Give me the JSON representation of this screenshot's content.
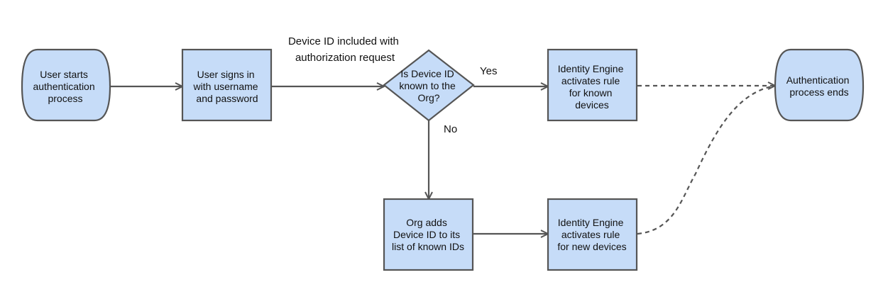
{
  "colors": {
    "node_fill": "#c6dcf8",
    "node_stroke": "#555555",
    "edge_stroke": "#555555",
    "text": "#111111"
  },
  "nodes": {
    "start": [
      "User starts",
      "authentication",
      "process"
    ],
    "sign_in": [
      "User signs in",
      "with username",
      "and password"
    ],
    "decision": [
      "Is Device ID",
      "known to the",
      "Org?"
    ],
    "known_rule": [
      "Identity Engine",
      "activates rule",
      "for known",
      "devices"
    ],
    "end": [
      "Authentication",
      "process ends"
    ],
    "org_adds": [
      "Org adds",
      "Device ID to its",
      "list of known IDs"
    ],
    "new_rule": [
      "Identity Engine",
      "activates rule",
      "for new devices"
    ]
  },
  "edge_labels": {
    "device_id_note": [
      "Device ID included with",
      "authorization request"
    ],
    "yes": "Yes",
    "no": "No"
  }
}
